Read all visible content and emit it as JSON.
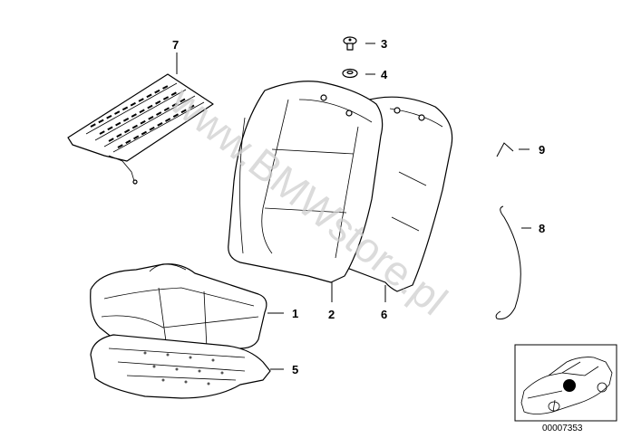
{
  "diagram": {
    "watermark": "www.BMWstore.pl",
    "callouts": [
      {
        "id": "1",
        "part": "seat-cushion-cover"
      },
      {
        "id": "2",
        "part": "backrest-cover-front"
      },
      {
        "id": "3",
        "part": "clip-screw"
      },
      {
        "id": "4",
        "part": "washer"
      },
      {
        "id": "5",
        "part": "seat-cushion-foam"
      },
      {
        "id": "6",
        "part": "backrest-foam"
      },
      {
        "id": "7",
        "part": "seat-heating-element"
      },
      {
        "id": "8",
        "part": "wire-clamp"
      },
      {
        "id": "9",
        "part": "hook"
      }
    ],
    "inset_code": "00007353"
  }
}
